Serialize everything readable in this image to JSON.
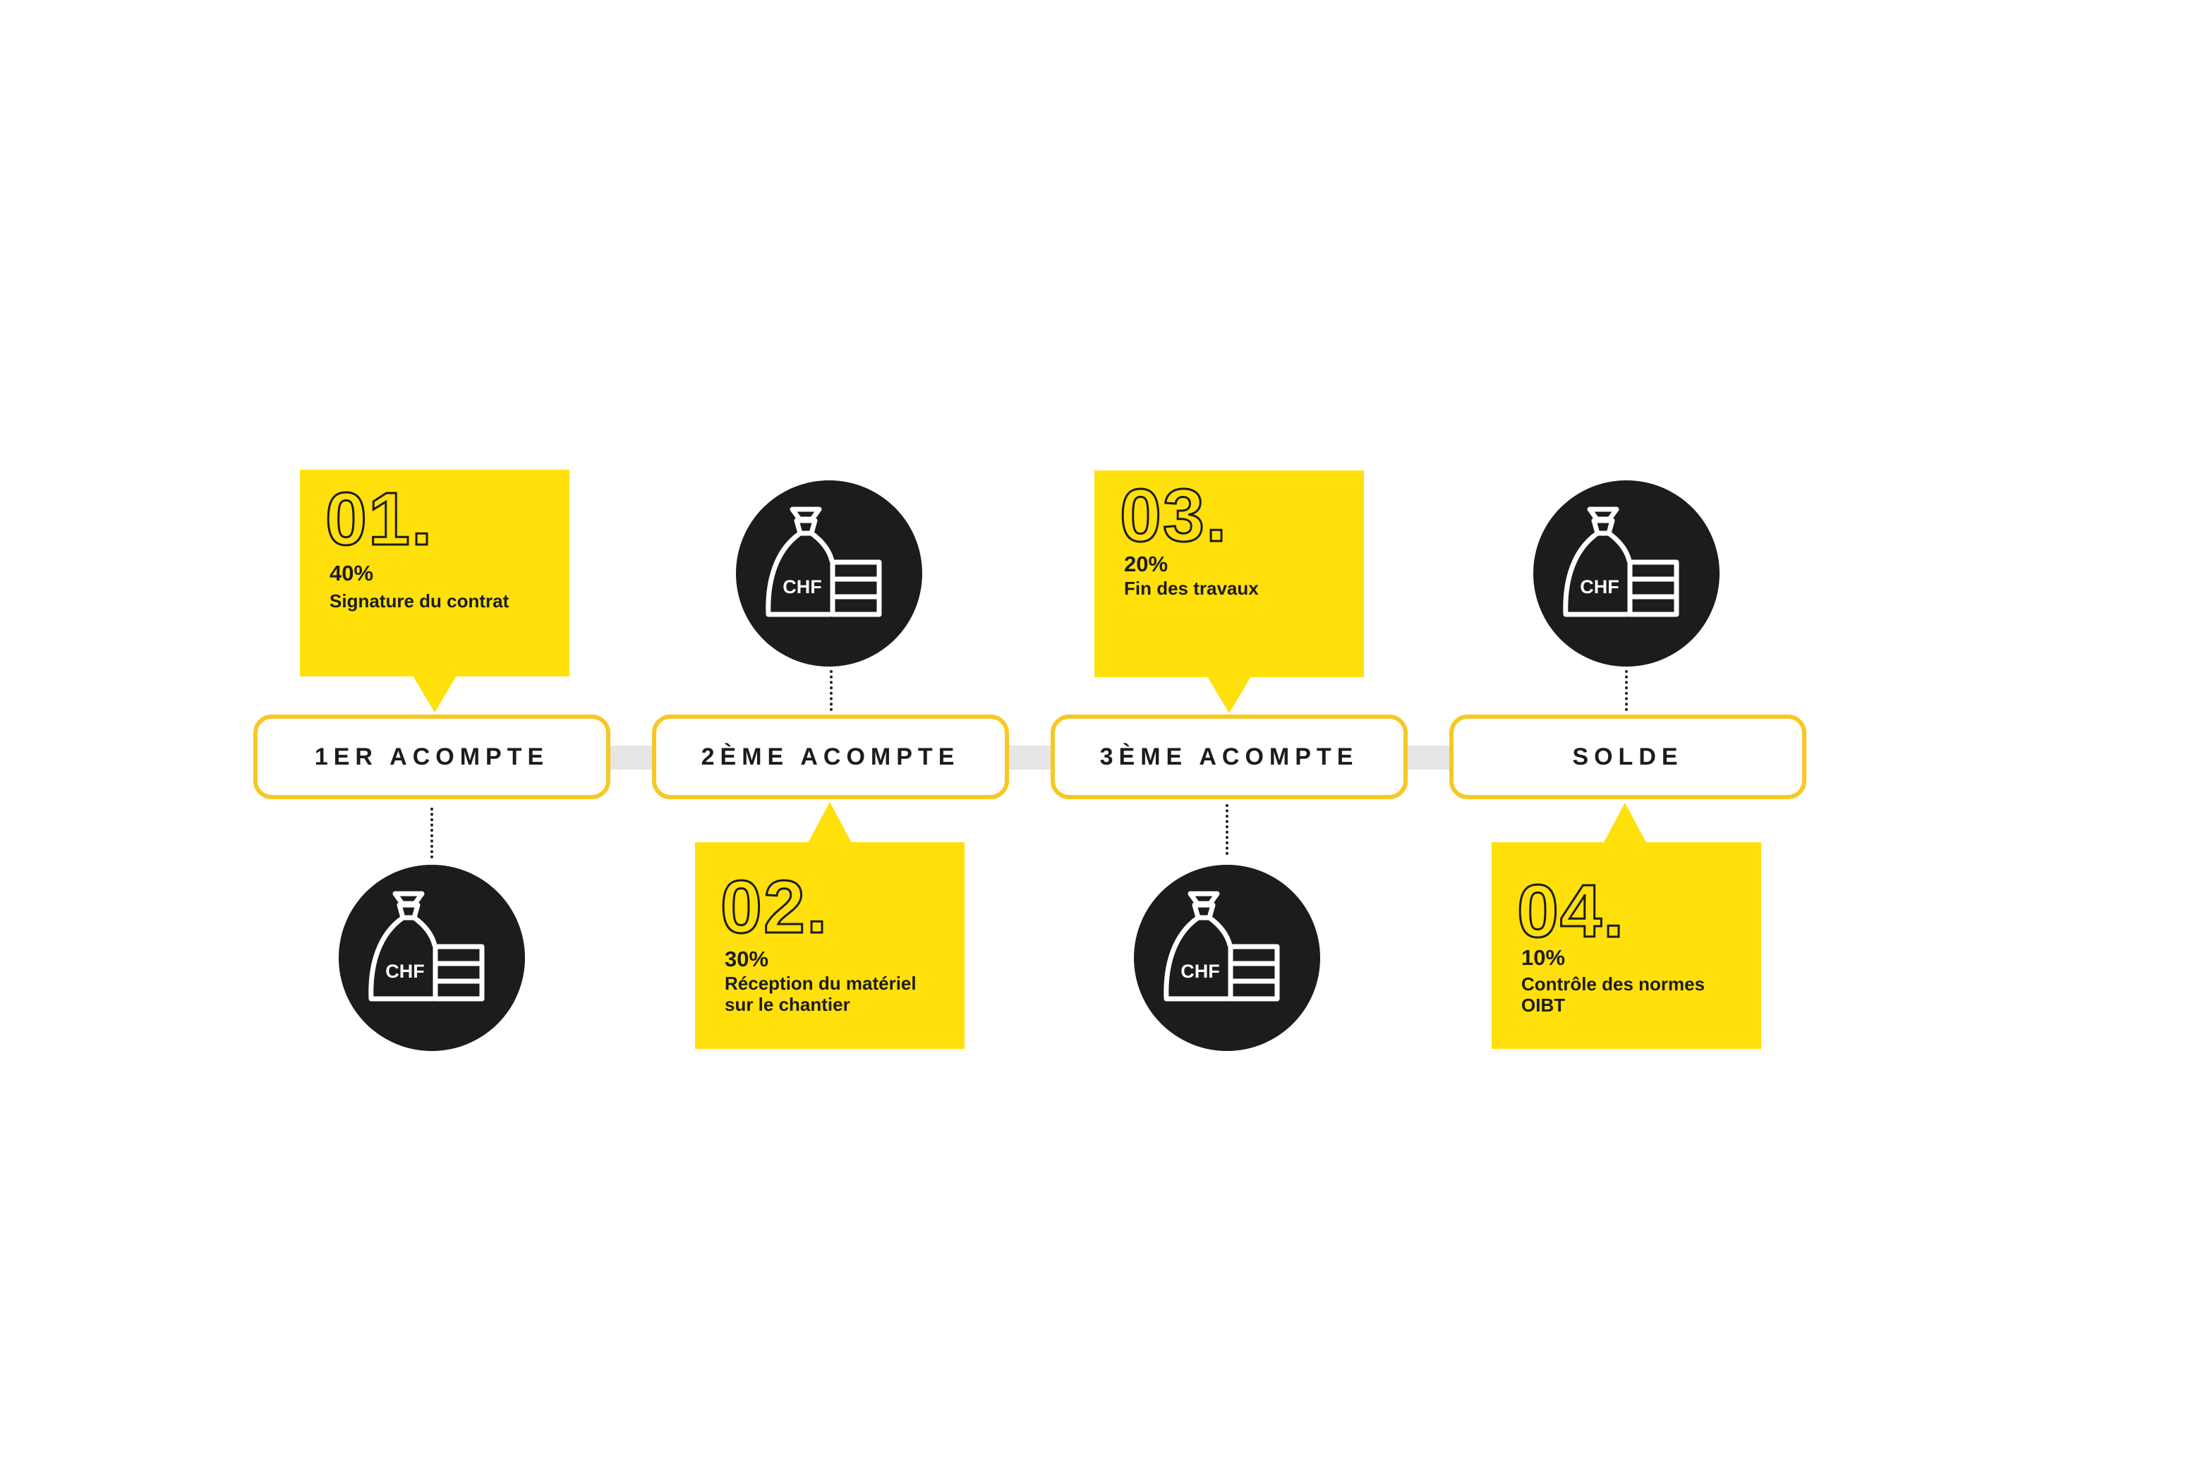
{
  "stages": [
    {
      "label": "1ER ACOMPTE",
      "number": "01.",
      "percent": "40%",
      "desc_lines": [
        "Signature du contrat"
      ]
    },
    {
      "label": "2ÈME ACOMPTE",
      "number": "02.",
      "percent": "30%",
      "desc_lines": [
        "Réception du matériel",
        "sur le chantier"
      ]
    },
    {
      "label": "3ÈME ACOMPTE",
      "number": "03.",
      "percent": "20%",
      "desc_lines": [
        "Fin des travaux"
      ]
    },
    {
      "label": "SOLDE",
      "number": "04.",
      "percent": "10%",
      "desc_lines": [
        "Contrôle des normes",
        "OIBT"
      ]
    }
  ],
  "icon": {
    "name": "money-bag-coins-icon",
    "text": "CHF"
  },
  "colors": {
    "accent": "#ffe00a",
    "border": "#f7c824",
    "dark": "#1c1c1c",
    "connector": "#e6e6e6"
  }
}
